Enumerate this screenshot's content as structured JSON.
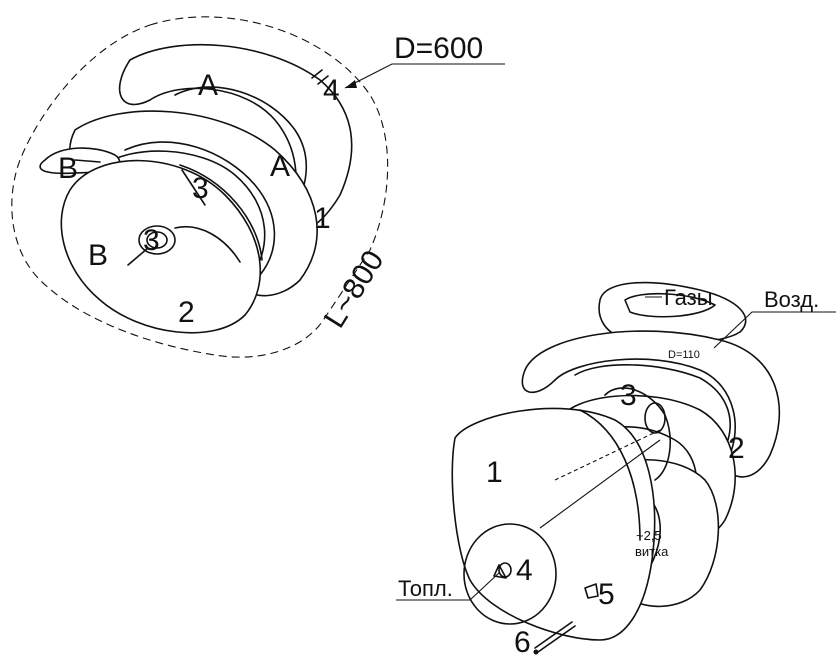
{
  "left_figure": {
    "diameter_label": "D=600",
    "length_label": "L~800",
    "label_A_top": "A",
    "label_A_mid": "A",
    "label_B_upper": "B",
    "label_B_lower": "B",
    "label_1": "1",
    "label_2": "2",
    "label_3_mid": "3",
    "label_3_center": "3",
    "label_4": "4"
  },
  "right_figure": {
    "gases_label": "Газы",
    "air_label": "Возд.",
    "pipe_diameter_label": "D=110",
    "turns_label_line1": "~2,5",
    "turns_label_line2": "витка",
    "fuel_label": "Топл.",
    "label_1": "1",
    "label_2": "2",
    "label_3": "3",
    "label_4": "4",
    "label_5": "5",
    "label_6": "6"
  }
}
